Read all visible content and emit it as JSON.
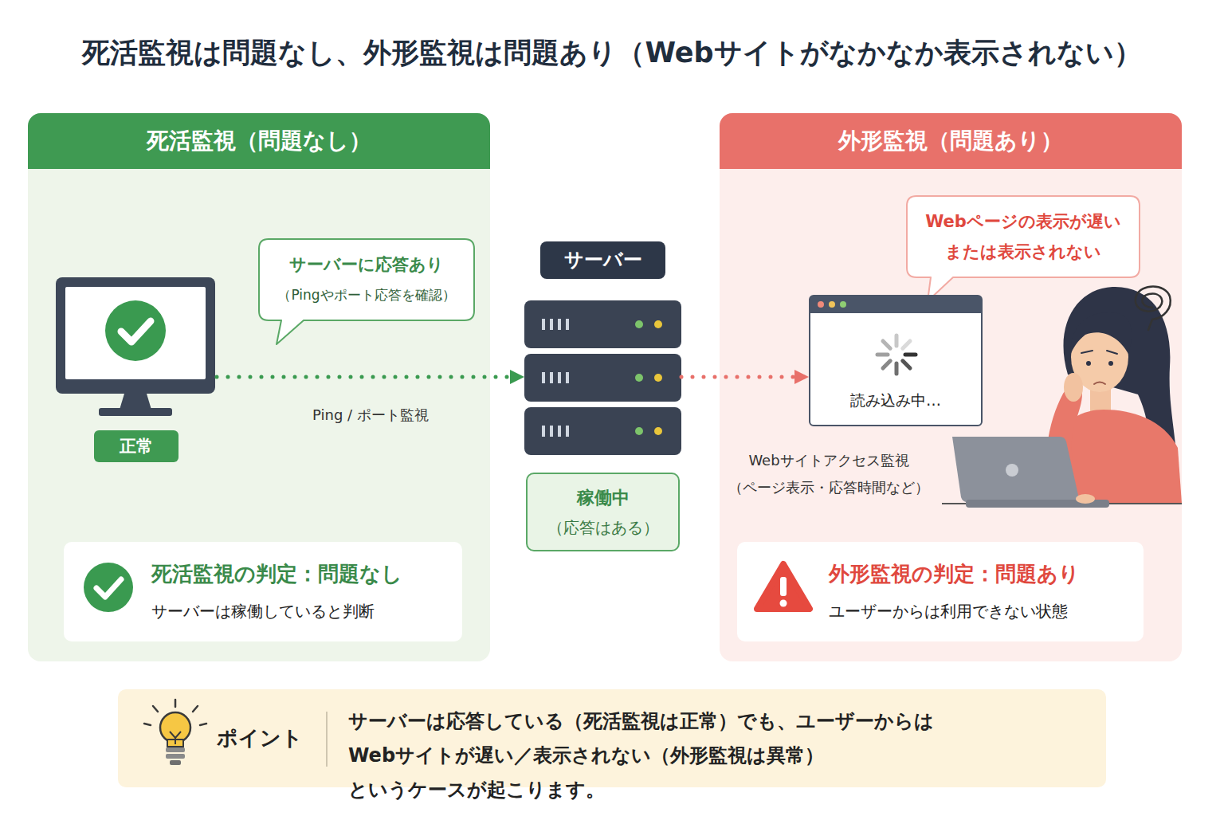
{
  "diagram": {
    "title": "死活監視は問題なし、外形監視は問題あり（Webサイトがなかなか表示されない）",
    "nodes": [
      {
        "text": [
          "死活監視（問題なし）"
        ]
      },
      {
        "text": [
          "サーバーに応答あり",
          "（Pingやポート応答を確認）"
        ],
        "in": 0
      },
      {
        "text": [
          "正常"
        ],
        "in": 0
      },
      {
        "text": [
          "死活監視の判定：問題なし",
          "サーバーは稼働していると判断"
        ],
        "in": 0
      },
      {
        "text": [
          "サーバー"
        ]
      },
      {
        "text": [
          "稼働中",
          "（応答はある）"
        ]
      },
      {
        "text": [
          "外形監視（問題あり）"
        ]
      },
      {
        "text": [
          "Webページの表示が遅い または表示されない"
        ],
        "in": 6
      },
      {
        "text": [
          "読み込み中…"
        ],
        "in": 6
      },
      {
        "text": [
          "外形監視の判定：問題あり",
          "ユーザーからは利用できない状態"
        ],
        "in": 6
      },
      {
        "text": [
          "ポイント",
          "サーバーは応答している（死活監視は正常）でも、ユーザーからは Webサイトが遅い／表示されない（外形監視は異常）というケースが起こります。"
        ]
      }
    ],
    "edges": [
      {
        "from": 2,
        "to": 4,
        "arrow": "to",
        "label": "Ping / ポート監視"
      },
      {
        "from": 4,
        "to": 8,
        "arrow": "to"
      }
    ],
    "labels": [
      "Webサイトアクセス監視（ページ表示・応答時間など）"
    ]
  }
}
